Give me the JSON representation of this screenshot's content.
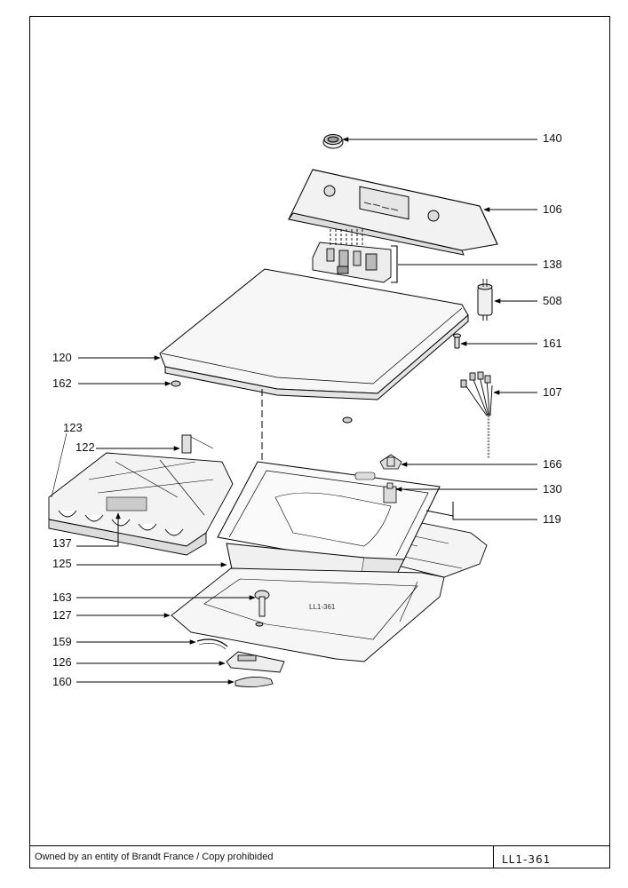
{
  "diagram": {
    "inline_label": "LL1-361",
    "callouts": [
      {
        "id": "140",
        "label": "140"
      },
      {
        "id": "106",
        "label": "106"
      },
      {
        "id": "138",
        "label": "138"
      },
      {
        "id": "508",
        "label": "508"
      },
      {
        "id": "161",
        "label": "161"
      },
      {
        "id": "107",
        "label": "107"
      },
      {
        "id": "166",
        "label": "166"
      },
      {
        "id": "130",
        "label": "130"
      },
      {
        "id": "119",
        "label": "119"
      },
      {
        "id": "120",
        "label": "120"
      },
      {
        "id": "162",
        "label": "162"
      },
      {
        "id": "123",
        "label": "123"
      },
      {
        "id": "122",
        "label": "122"
      },
      {
        "id": "137",
        "label": "137"
      },
      {
        "id": "125",
        "label": "125"
      },
      {
        "id": "163",
        "label": "163"
      },
      {
        "id": "127",
        "label": "127"
      },
      {
        "id": "159",
        "label": "159"
      },
      {
        "id": "126",
        "label": "126"
      },
      {
        "id": "160",
        "label": "160"
      }
    ]
  },
  "footer": {
    "owner_text": "Owned by an entity of Brandt France / Copy prohibided",
    "reference": "LL1-361"
  }
}
